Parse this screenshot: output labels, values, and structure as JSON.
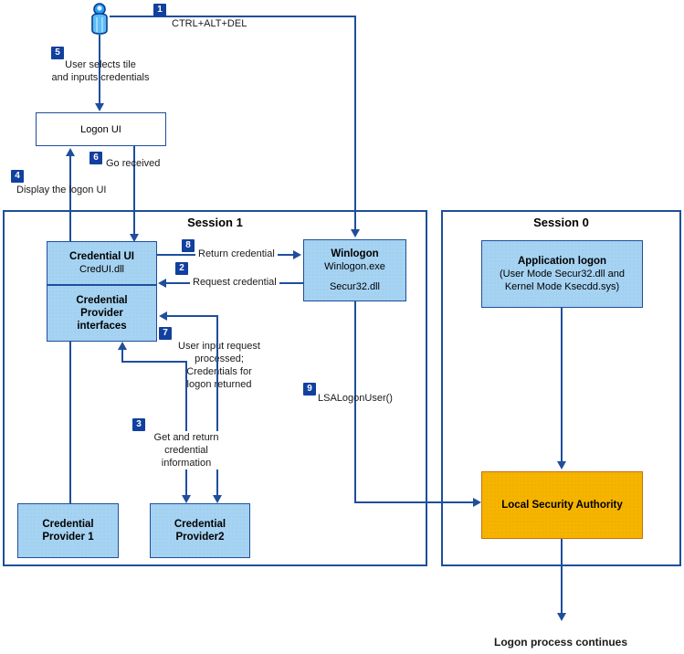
{
  "diagram": {
    "title": "Windows interactive logon architecture",
    "colors": {
      "line": "#1f4e9c",
      "badge": "#12409e",
      "box_fill_blue": "#a6d3f2",
      "box_fill_orange": "#f6b400",
      "box_border": "#1f4e9c",
      "orange_border": "#c8700a",
      "user_icon": "#1f78d1"
    }
  },
  "actor": {
    "icon": "user-person-icon",
    "label": ""
  },
  "containers": {
    "session1": {
      "title": "Session 1"
    },
    "session0": {
      "title": "Session 0"
    }
  },
  "nodes": {
    "logon_ui": {
      "title": "Logon UI",
      "subtitle": ""
    },
    "credential_ui": {
      "title": "Credential UI",
      "subtitle": "CredUI.dll"
    },
    "credential_provider_interfaces": {
      "title_line1": "Credential",
      "title_line2": "Provider",
      "title_line3": "interfaces"
    },
    "credential_provider_1": {
      "title_line1": "Credential",
      "title_line2": "Provider 1"
    },
    "credential_provider_2": {
      "title_line1": "Credential",
      "title_line2": "Provider2"
    },
    "winlogon": {
      "title": "Winlogon",
      "subtitle": "Winlogon.exe",
      "subtitle2": "Secur32.dll"
    },
    "application_logon": {
      "title": "Application logon",
      "subtitle_line1": "(User Mode Secur32.dll and",
      "subtitle_line2": "Kernel Mode Ksecdd.sys)"
    },
    "local_security_authority": {
      "title": "Local Security Authority"
    }
  },
  "steps": [
    {
      "number": "1",
      "label": "CTRL+ALT+DEL"
    },
    {
      "number": "2",
      "label": "Request credential"
    },
    {
      "number": "3",
      "label": "Get and return\ncredential\ninformation"
    },
    {
      "number": "4",
      "label": "Display the logon UI"
    },
    {
      "number": "5",
      "label": "User selects tile\nand inputs credentials"
    },
    {
      "number": "6",
      "label": "Go received"
    },
    {
      "number": "7",
      "label": "User input request\nprocessed;\nCredentials for\nlogon returned"
    },
    {
      "number": "8",
      "label": "Return credential"
    },
    {
      "number": "9",
      "label": "LSALogonUser()"
    }
  ],
  "footer": {
    "label": "Logon process continues"
  }
}
